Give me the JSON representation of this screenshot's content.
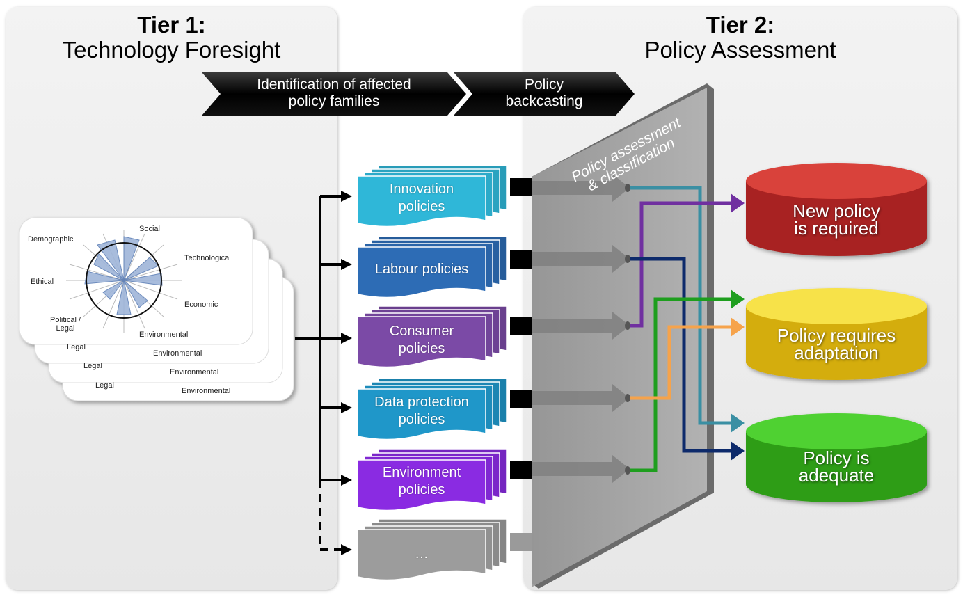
{
  "tier1": {
    "title_bold": "Tier 1:",
    "title_sub": "Technology Foresight"
  },
  "tier2": {
    "title_bold": "Tier 2:",
    "title_sub": "Policy Assessment"
  },
  "steps": [
    {
      "label_line1": "Identification of affected",
      "label_line2": "policy families"
    },
    {
      "label_line1": "Policy",
      "label_line2": "backcasting"
    }
  ],
  "radar": {
    "labels": [
      "Demographic",
      "Social",
      "Technological",
      "Ethical",
      "Economic",
      "Political /",
      "Legal",
      "Environmental"
    ],
    "back_labels": [
      "Legal",
      "Environmental",
      "Legal",
      "Environmental",
      "Legal",
      "Environmental"
    ]
  },
  "policies": [
    {
      "line1": "Innovation",
      "line2": "policies",
      "color": "#2fb7d8"
    },
    {
      "line1": "Labour policies",
      "line2": "",
      "color": "#2d6cb5"
    },
    {
      "line1": "Consumer",
      "line2": "policies",
      "color": "#7b4aa6"
    },
    {
      "line1": "Data protection",
      "line2": "policies",
      "color": "#1f97c9"
    },
    {
      "line1": "Environment",
      "line2": "policies",
      "color": "#8a2be2"
    },
    {
      "line1": "…",
      "line2": "",
      "color": "#9c9c9c"
    }
  ],
  "wall": {
    "line1": "Policy assessment",
    "line2": "& classification"
  },
  "outcomes": [
    {
      "line1": "New policy",
      "line2": "is required",
      "color": "#c0302b"
    },
    {
      "line1": "Policy requires",
      "line2": "adaptation",
      "color": "#e8c31a"
    },
    {
      "line1": "Policy is",
      "line2": "adequate",
      "color": "#35b51f"
    }
  ],
  "arrow_colors": {
    "teal": "#3a8fa3",
    "purple": "#7030a0",
    "navy": "#0d2a6b",
    "green": "#1e9e1e",
    "orange": "#f6a34b"
  }
}
